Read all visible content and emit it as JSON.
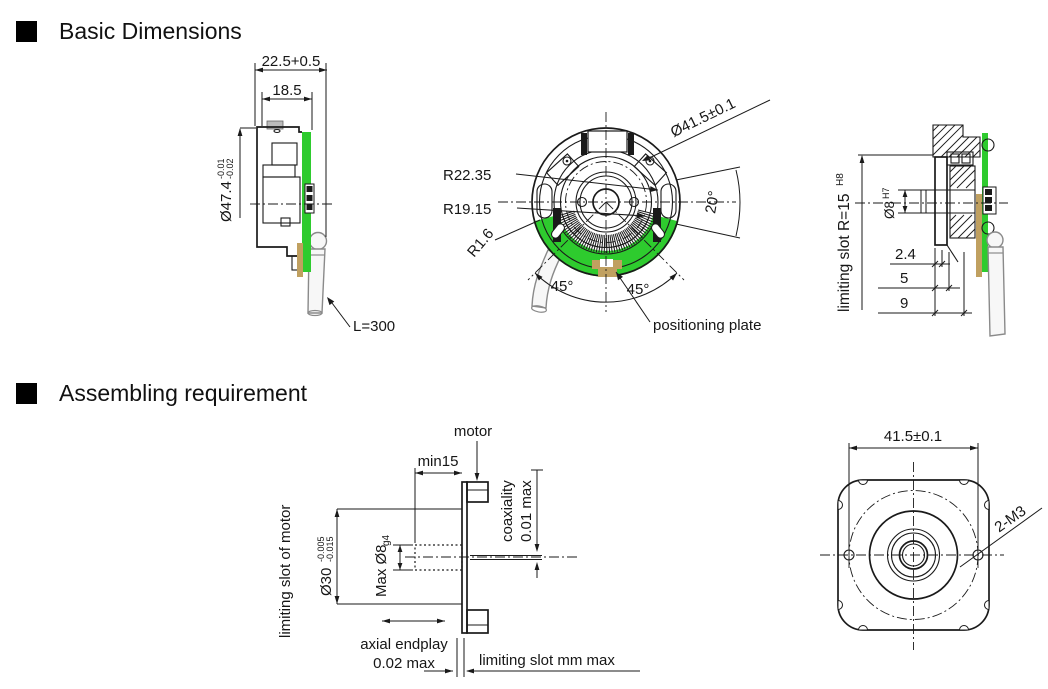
{
  "colors": {
    "line": "#1a1a1a",
    "pcb_green": "#2ecb2e",
    "positioning_tan": "#c0a060",
    "cable_gray": "#8a8a8a"
  },
  "sections": {
    "basic": {
      "title": "Basic Dimensions"
    },
    "assembling": {
      "title": "Assembling requirement"
    }
  },
  "side_view": {
    "overall_depth": "22.5+0.5",
    "body_depth": "18.5",
    "body_diameter": "Ø47.4",
    "body_diameter_tol_upper": "-0.01",
    "body_diameter_tol_lower": "-0.02",
    "cable_length": "L=300"
  },
  "front_view": {
    "clamp_diameter": "Ø41.5±0.1",
    "radius_outer": "R22.35",
    "radius_inner": "R19.15",
    "radius_slot": "R1.6",
    "angle_left": "45°",
    "angle_right": "45°",
    "angle_window": "20°",
    "positioning_plate": "positioning plate"
  },
  "mounting_view": {
    "limiting_slot": "limiting slot R=15",
    "limiting_slot_fit": "H8",
    "bore": "Ø8",
    "bore_fit": "H7",
    "depth_1": "2.4",
    "depth_2": "5",
    "depth_3": "9"
  },
  "assembly_view": {
    "motor": "motor",
    "shaft_min_length": "min15",
    "coaxiality": "coaxiality",
    "coaxiality_value": "0.01 max",
    "shaft_diameter": "Max Ø8",
    "shaft_fit": "g4",
    "boss_diameter": "Ø30",
    "boss_tol_upper": "-0.005",
    "boss_tol_lower": "-0.015",
    "limiting_slot_of_motor": "limiting slot of motor",
    "axial_endplay": "axial endplay",
    "axial_endplay_value": "0.02 max",
    "limiting_slot_max": "limiting slot mm max"
  },
  "flange_view": {
    "hole_spacing": "41.5±0.1",
    "screw_spec": "2-M3"
  }
}
